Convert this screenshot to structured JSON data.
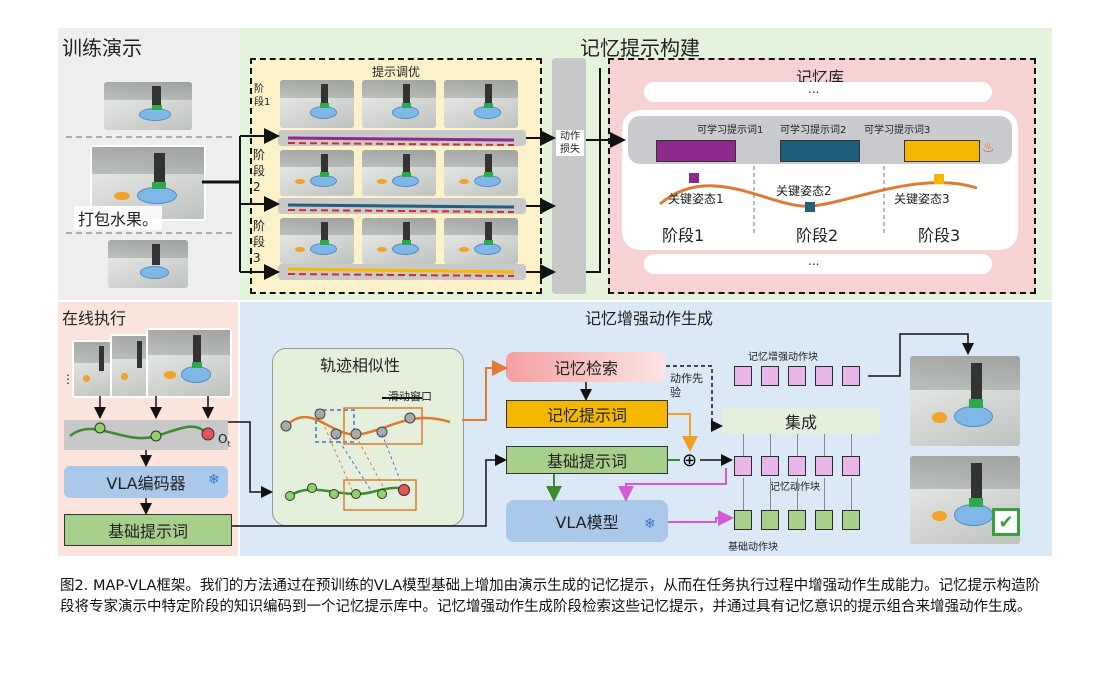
{
  "panels": {
    "train_demo": "训练演示",
    "memory_build": "记忆提示构建",
    "online_exec": "在线执行",
    "memory_action": "记忆增强动作生成"
  },
  "train": {
    "instruction": "打包水果。",
    "prompt_tuning": "提示调优",
    "stages": [
      "阶段1",
      "阶段2",
      "阶段3"
    ],
    "action_loss": "动作损失"
  },
  "memory_bank": {
    "title": "记忆库",
    "ellipsis": "...",
    "learnable_tokens": [
      "可学习提示词1",
      "可学习提示词2",
      "可学习提示词3"
    ],
    "key_poses": [
      "关键姿态1",
      "关键姿态2",
      "关键姿态3"
    ],
    "stages": [
      "阶段1",
      "阶段2",
      "阶段3"
    ],
    "colors": [
      "#8e2a8e",
      "#1f5f7a",
      "#f5b800"
    ]
  },
  "online": {
    "obs_label": "O",
    "obs_sub": "t",
    "vla_encoder": "VLA编码器",
    "base_prompt": "基础提示词",
    "dots": "⋮"
  },
  "generation": {
    "traj_similarity": "轨迹相似性",
    "sliding_window": "滑动窗口",
    "memory_retrieval": "记忆检索",
    "memory_prompt": "记忆提示词",
    "base_prompt": "基础提示词",
    "vla_model": "VLA模型",
    "action_prior": "动作先验",
    "ensemble": "集成",
    "mem_action_chunk": "记忆增强动作块",
    "memory_action_chunk": "记忆动作块",
    "base_action_chunk": "基础动作块",
    "plus": "⊕",
    "check": "✔"
  },
  "caption": "图2. MAP-VLA框架。我们的方法通过在预训练的VLA模型基础上增加由演示生成的记忆提示，从而在任务执行过程中增强动作生成能力。记忆提示构造阶段将专家演示中特定阶段的知识编码到一个记忆提示库中。记忆增强动作生成阶段检索这些记忆提示，并通过具有记忆意识的提示组合来增强动作生成。"
}
